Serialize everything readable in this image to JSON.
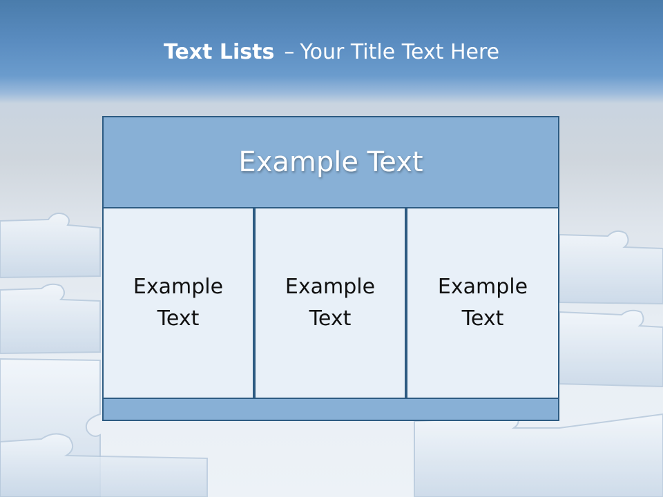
{
  "slide": {
    "title_bold": "Text Lists",
    "title_dash": "–",
    "title_rest": "Your Title Text Here",
    "header_text": "Example Text",
    "columns": [
      {
        "text": "Example Text"
      },
      {
        "text": "Example Text"
      },
      {
        "text": "Example Text"
      }
    ]
  },
  "colors": {
    "title_band": "#4a7cab",
    "header_fill": "#88b0d6",
    "cell_fill": "#e8f0f8",
    "border": "#2d5b82"
  },
  "background_icon": "puzzle-pieces"
}
